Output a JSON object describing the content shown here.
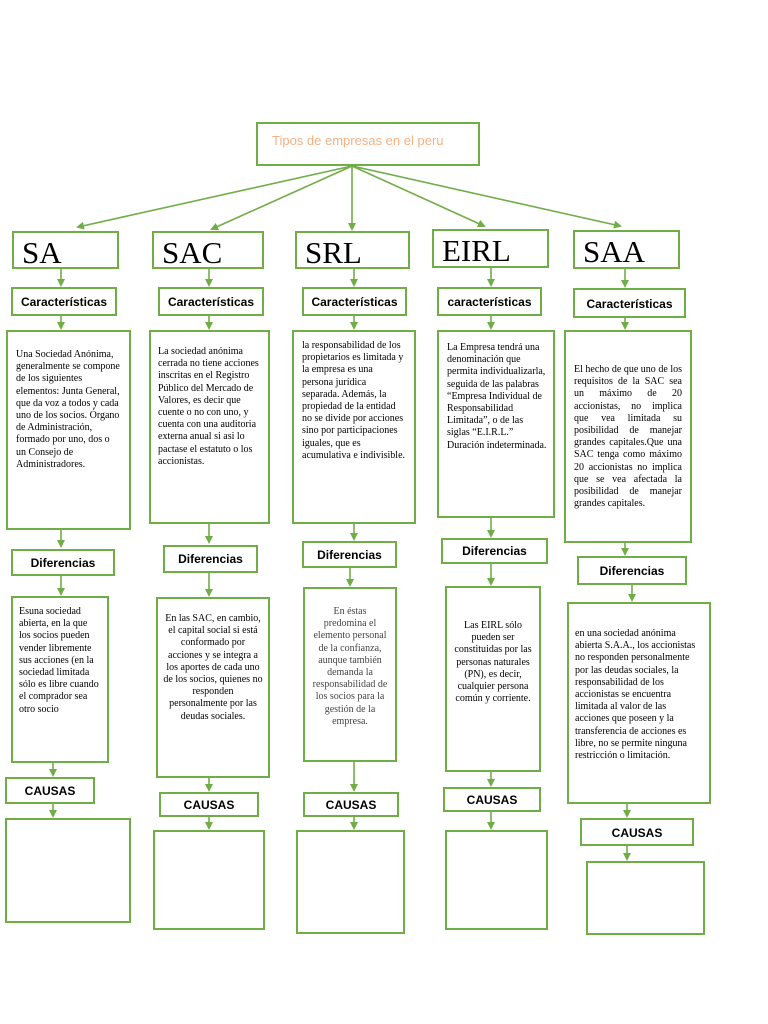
{
  "title": "Tipos de empresas en el peru",
  "columns": [
    {
      "type": "SA",
      "caracteristicas_label": "Características",
      "caracteristicas_text": "Una Sociedad Anónima, generalmente se compone de los siguientes elementos: Junta General, que da voz a todos y cada uno de los socios. Órgano de Administración, formado por uno, dos o un Consejo de Administradores.",
      "diferencias_label": "Diferencias",
      "diferencias_text": "Esuna sociedad abierta, en la que los socios pueden vender libremente sus acciones (en la sociedad limitada sólo es libre cuando el comprador sea otro socio",
      "causas_label": "CAUSAS",
      "causas_text": ""
    },
    {
      "type": "SAC",
      "caracteristicas_label": "Características",
      "caracteristicas_text": "La sociedad anónima cerrada no tiene acciones inscritas en el Registro Público del Mercado de Valores, es decir que cuente o no con uno, y cuenta con una auditoria externa anual si asi lo pactase el estatuto o los accionistas.",
      "diferencias_label": "Diferencias",
      "diferencias_text": "En las SAC, en cambio, el capital social si está conformado por acciones y se integra a los aportes de cada uno de los socios, quienes no responden personalmente por las deudas sociales.",
      "causas_label": "CAUSAS",
      "causas_text": ""
    },
    {
      "type": "SRL",
      "caracteristicas_label": "Características",
      "caracteristicas_text": "la responsabilidad de los propietarios es limitada y la empresa es una persona jurídica separada. Además, la propiedad de la entidad no se divide por acciones sino por participaciones iguales, que es acumulativa e indivisible.",
      "diferencias_label": "Diferencias",
      "diferencias_text": "En éstas predomina el elemento personal de la confianza, aunque también demanda la responsabilidad de los socios para la gestión de la empresa.",
      "causas_label": "CAUSAS",
      "causas_text": ""
    },
    {
      "type": "EIRL",
      "caracteristicas_label": "características",
      "caracteristicas_text": "La Empresa tendrá una denominación que permita individualizarla, seguida de las palabras “Empresa Individual de Responsabilidad Limitada”, o de las siglas “E.I.R.L.” Duración indeterminada.",
      "diferencias_label": "Diferencias",
      "diferencias_text": "Las EIRL sólo pueden ser constituidas por las personas naturales (PN), es decir, cualquier persona común y corriente.",
      "causas_label": "CAUSAS",
      "causas_text": ""
    },
    {
      "type": "SAA",
      "caracteristicas_label": "Características",
      "caracteristicas_text": "El hecho de que uno de los requisitos de la SAC sea un máximo de 20 accionistas, no implica que vea limitada su posibilidad de manejar grandes capitales.Que una SAC tenga como máximo 20 accionistas no implica que se vea afectada la posibilidad de manejar grandes capitales.",
      "diferencias_label": "Diferencias",
      "diferencias_text": "en una sociedad anónima abierta S.A.A., los accionistas no responden personalmente por las deudas sociales, la responsabilidad de los accionistas se encuentra limitada al valor de las acciones que poseen y la transferencia de acciones es libre, no se permite ninguna restricción o limitación.",
      "causas_label": "CAUSAS",
      "causas_text": ""
    }
  ],
  "colors": {
    "border": "#70ad47",
    "title": "#f4b183"
  }
}
